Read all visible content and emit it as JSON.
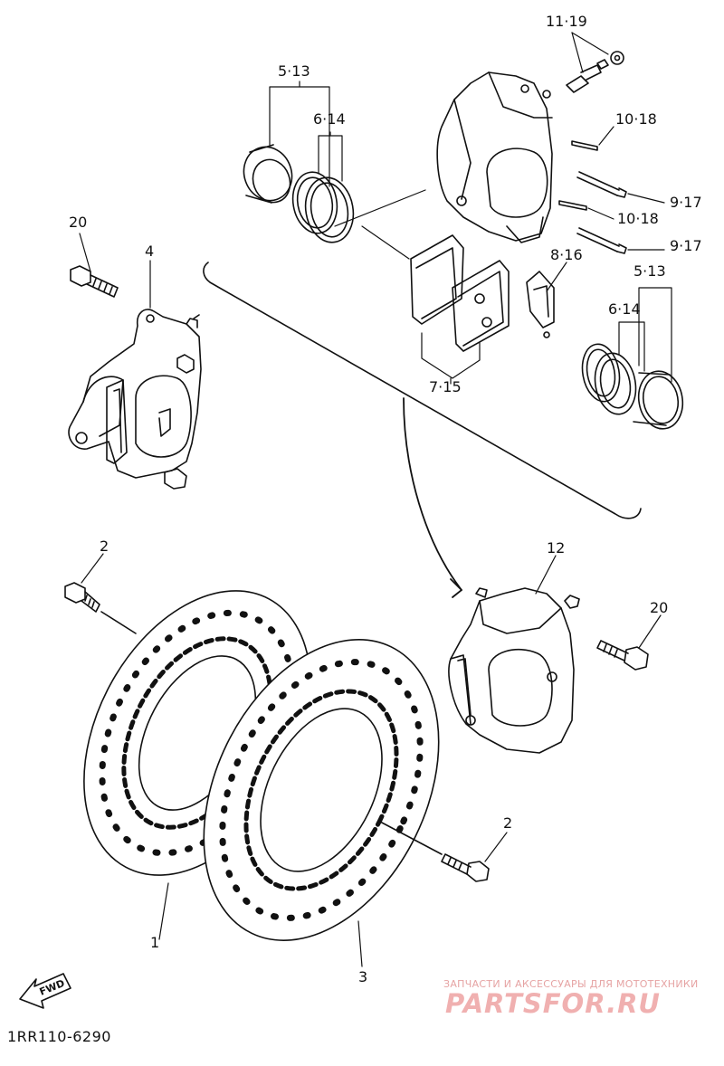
{
  "callouts": {
    "c_11_19": "11·19",
    "c_5_13_top": "5·13",
    "c_6_14_top": "6·14",
    "c_10_18_a": "10·18",
    "c_9_17_a": "9·17",
    "c_10_18_b": "10·18",
    "c_9_17_b": "9·17",
    "c_8_16": "8·16",
    "c_5_13_right": "5·13",
    "c_6_14_right": "6·14",
    "c_7_15": "7·15",
    "c_20_left": "20",
    "c_4": "4",
    "c_2_top": "2",
    "c_12": "12",
    "c_20_right": "20",
    "c_2_bottom": "2",
    "c_1": "1",
    "c_3": "3"
  },
  "fwd_label": "FWD",
  "diagram_code": "1RR110-6290",
  "watermark": {
    "subtitle": "ЗАПЧАСТИ И АКСЕССУАРЫ ДЛЯ МОТОТЕХНИКИ",
    "brand": "PARTSFOR.RU"
  },
  "colors": {
    "ink": "#111111",
    "watermark": "#f0b0b0"
  }
}
